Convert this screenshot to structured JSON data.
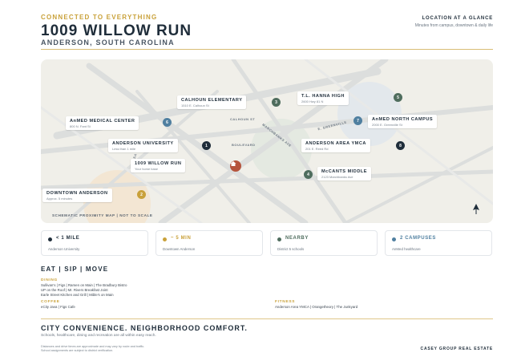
{
  "header": {
    "eyebrow": "CONNECTED TO EVERYTHING",
    "title": "1009 WILLOW RUN",
    "subtitle": "ANDERSON, SOUTH CAROLINA",
    "glance_title": "LOCATION AT A GLANCE",
    "glance_sub": "Minutes from campus, downtown & daily life"
  },
  "map": {
    "caption": "SCHEMATIC PROXIMITY MAP  |  NOT TO SCALE",
    "north_label": "N",
    "roads": {
      "calhoun": "CALHOUN ST",
      "boulevard": "BOULEVARD",
      "greenville": "E. GREENVILLE",
      "marchbanks": "MARCHBANKS AVE",
      "sa": "SA"
    },
    "callouts": {
      "calhoun_elem": {
        "title": "CALHOUN ELEMENTARY",
        "sub": "1510 E. Calhoun St",
        "num": "3"
      },
      "hanna": {
        "title": "T.L. HANNA HIGH",
        "sub": "2600 Hwy 81 N",
        "num": "5"
      },
      "anmed_center": {
        "title": "AnMED MEDICAL CENTER",
        "sub": "800 N. Fant St",
        "num": "6"
      },
      "anmed_north": {
        "title": "AnMED NORTH CAMPUS",
        "sub": "2000 E. Greenville St",
        "num": "7"
      },
      "anderson_univ": {
        "title": "ANDERSON UNIVERSITY",
        "sub": "Less than 1 mile",
        "num": "1"
      },
      "ymca": {
        "title": "ANDERSON AREA YMCA",
        "sub": "201 E. Reed Rd",
        "num": "8"
      },
      "home": {
        "title": "1009 WILLOW RUN",
        "sub": "Your home base"
      },
      "mccants": {
        "title": "McCANTS MIDDLE",
        "sub": "2123 Marchbanks Ave",
        "num": "4"
      },
      "downtown": {
        "title": "DOWNTOWN ANDERSON",
        "sub": "Approx. 5 minutes",
        "num": "2"
      }
    }
  },
  "stats": [
    {
      "value": "< 1 MILE",
      "label": "Anderson University",
      "color": "#1f2d3a"
    },
    {
      "value": "~ 5 MIN",
      "label": "Downtown Anderson",
      "color": "#c9a13a"
    },
    {
      "value": "NEARBY",
      "label": "District 5 schools",
      "color": "#4f6d5e"
    },
    {
      "value": "2 CAMPUSES",
      "label": "AnMed healthcare",
      "color": "#4f7fa0"
    }
  ],
  "eat": {
    "title": "EAT  |  SIP  |  MOVE",
    "dining_label": "DINING",
    "dining_lines": [
      "Sullivan's | Figs | Ramen on Main | The Bradbury Bistro",
      "UP on the Roof | Mr. Rivers Breakfast Joint",
      "Earle Street Kitchen and Grill | Mible's on Main"
    ],
    "coffee_label": "COFFEE",
    "coffee_line": "eCity Java | Figs Cafe",
    "fitness_label": "FITNESS",
    "fitness_line": "Anderson Area YMCA | Orangetheory | The Junkyard"
  },
  "footer": {
    "tagline": "CITY CONVENIENCE. NEIGHBORHOOD COMFORT.",
    "tagline_sub": "Schools, healthcare, dining and recreation are all within easy reach.",
    "disclaimer_1": "Distances and drive times are approximate and may vary by route and traffic.",
    "disclaimer_2": "School assignments are subject to district verification.",
    "brand": "CASEY GROUP REAL ESTATE"
  },
  "colors": {
    "gold": "#c9a13a",
    "navy": "#1f2d3a",
    "home_marker": "#b5543c",
    "green": "#4f6d5e",
    "blue": "#4f7fa0"
  }
}
